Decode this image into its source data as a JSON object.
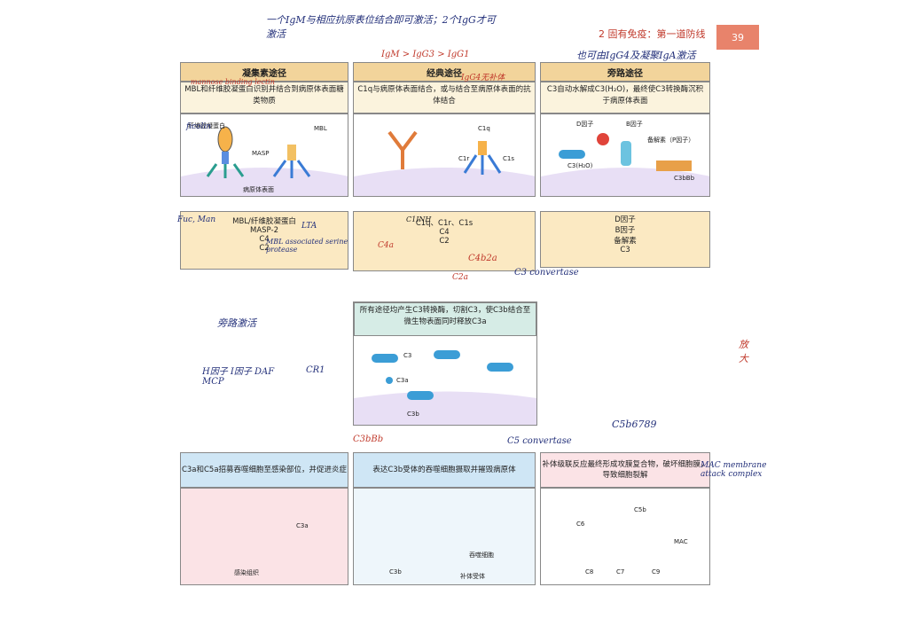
{
  "header": {
    "chapter": "2 固有免疫：第一道防线",
    "page": "39"
  },
  "columns": [
    {
      "title": "凝集素途径",
      "desc": "MBL和纤维胶凝蛋白识别并结合到病原体表面糖类物质",
      "labels": {
        "fibrinogen": "纤维胶凝蛋白",
        "mbl": "MBL",
        "masp": "MASP",
        "surface": "病原体表面"
      },
      "box_lines": [
        "MBL/纤维胶凝蛋白",
        "MASP-2",
        "C4",
        "C2"
      ]
    },
    {
      "title": "经典途径",
      "desc": "C1q与病原体表面结合，或与结合至病原体表面的抗体结合",
      "labels": {
        "c1q": "C1q",
        "c1r": "C1r",
        "c1s": "C1s"
      },
      "box_lines": [
        "C1q、C1r、C1s",
        "C4",
        "C2"
      ]
    },
    {
      "title": "旁路途径",
      "desc": "C3自动水解成C3(H₂O)，最终使C3转换酶沉积于病原体表面",
      "labels": {
        "factor_d": "D因子",
        "factor_b": "B因子",
        "c3h2o": "C3(H₂O)",
        "properdin": "备解素（P因子）",
        "c3bbb": "C3bBb"
      },
      "box_lines": [
        "D因子",
        "B因子",
        "备解素",
        "C3"
      ]
    }
  ],
  "middle": {
    "text": "所有途径均产生C3转换酶，切割C3，使C3b结合至微生物表面同时释放C3a",
    "labels": {
      "c3": "C3",
      "c3a": "C3a",
      "c3b": "C3b"
    }
  },
  "bottom": [
    {
      "title": "C3a和C5a招募吞噬细胞至感染部位，并促进炎症",
      "labels": {
        "c3a": "C3a",
        "tissue": "感染组织"
      }
    },
    {
      "title": "表达C3b受体的吞噬细胞摄取并摧毁病原体",
      "labels": {
        "c3b": "C3b",
        "phagocyte": "吞噬细胞",
        "receptor": "补体受体"
      }
    },
    {
      "title": "补体级联反应最终形成攻膜复合物，破坏细胞膜，导致细胞裂解",
      "labels": {
        "c5b": "C5b",
        "c6": "C6",
        "c7": "C7",
        "c8": "C8",
        "c9": "C9",
        "mac": "MAC"
      }
    }
  ],
  "handwriting": {
    "top_left": "一个IgM与相应抗原表位结合即可激活；2个IgG才可激活",
    "ig_order": "IgM > IgG3 > IgG1",
    "igg4": "IgG4无补体",
    "alt_note": "也可由IgG4及凝聚IgA激活",
    "mannose": "mannose binding lectin",
    "ficolin": "ficolin",
    "fuc": "Fuc, Man",
    "lta": "LTA",
    "masp_note": "MBL associated serine protease",
    "c1inh": "C1INH",
    "c4a": "C4a",
    "c2a": "C2a",
    "c4b2a": "C4b2a",
    "c3_conv": "C3 convertase",
    "c3b_bb": "C3bBb",
    "c5_conv": "C5 convertase",
    "c5b6789": "C5b6789",
    "mac_text": "MAC membrane attack complex",
    "alternate_activation": "旁路激活",
    "amplify": "放大",
    "regulators": "H因子 I因子 DAF MCP",
    "cr1": "CR1"
  }
}
